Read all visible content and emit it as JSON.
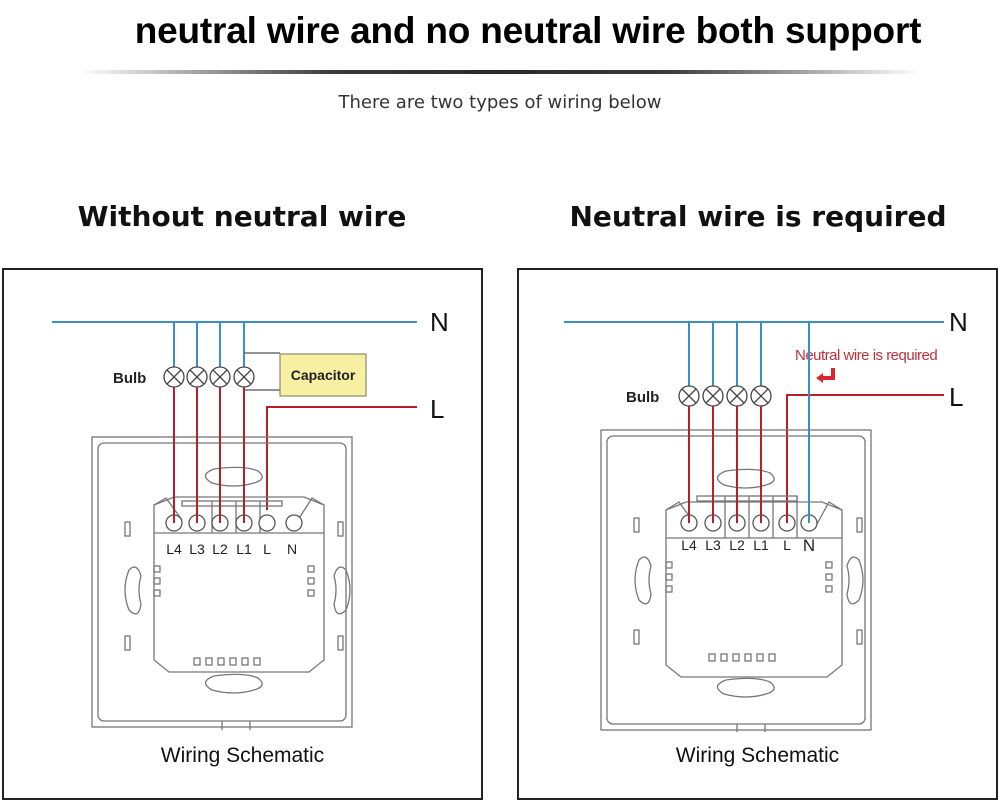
{
  "header": {
    "title": "neutral wire and no neutral wire both support",
    "subtitle": "There are two types of wiring below"
  },
  "colors": {
    "neutral_wire": "#3b8fc4",
    "live_wire": "#b5202a",
    "capacitor_fill": "#f7f0a3",
    "annotation": "#c0303a"
  },
  "panels": [
    {
      "heading": "Without neutral wire",
      "line_labels": {
        "neutral": "N",
        "live": "L"
      },
      "bulb_label": "Bulb",
      "bulb_count": 4,
      "capacitor_label": "Capacitor",
      "terminals": [
        "L4",
        "L3",
        "L2",
        "L1",
        "L",
        "N"
      ],
      "caption": "Wiring Schematic"
    },
    {
      "heading": "Neutral wire is required",
      "line_labels": {
        "neutral": "N",
        "live": "L"
      },
      "bulb_label": "Bulb",
      "bulb_count": 4,
      "annotation": "Neutral wire is required",
      "terminals": [
        "L4",
        "L3",
        "L2",
        "L1",
        "L",
        "N"
      ],
      "caption": "Wiring Schematic"
    }
  ]
}
